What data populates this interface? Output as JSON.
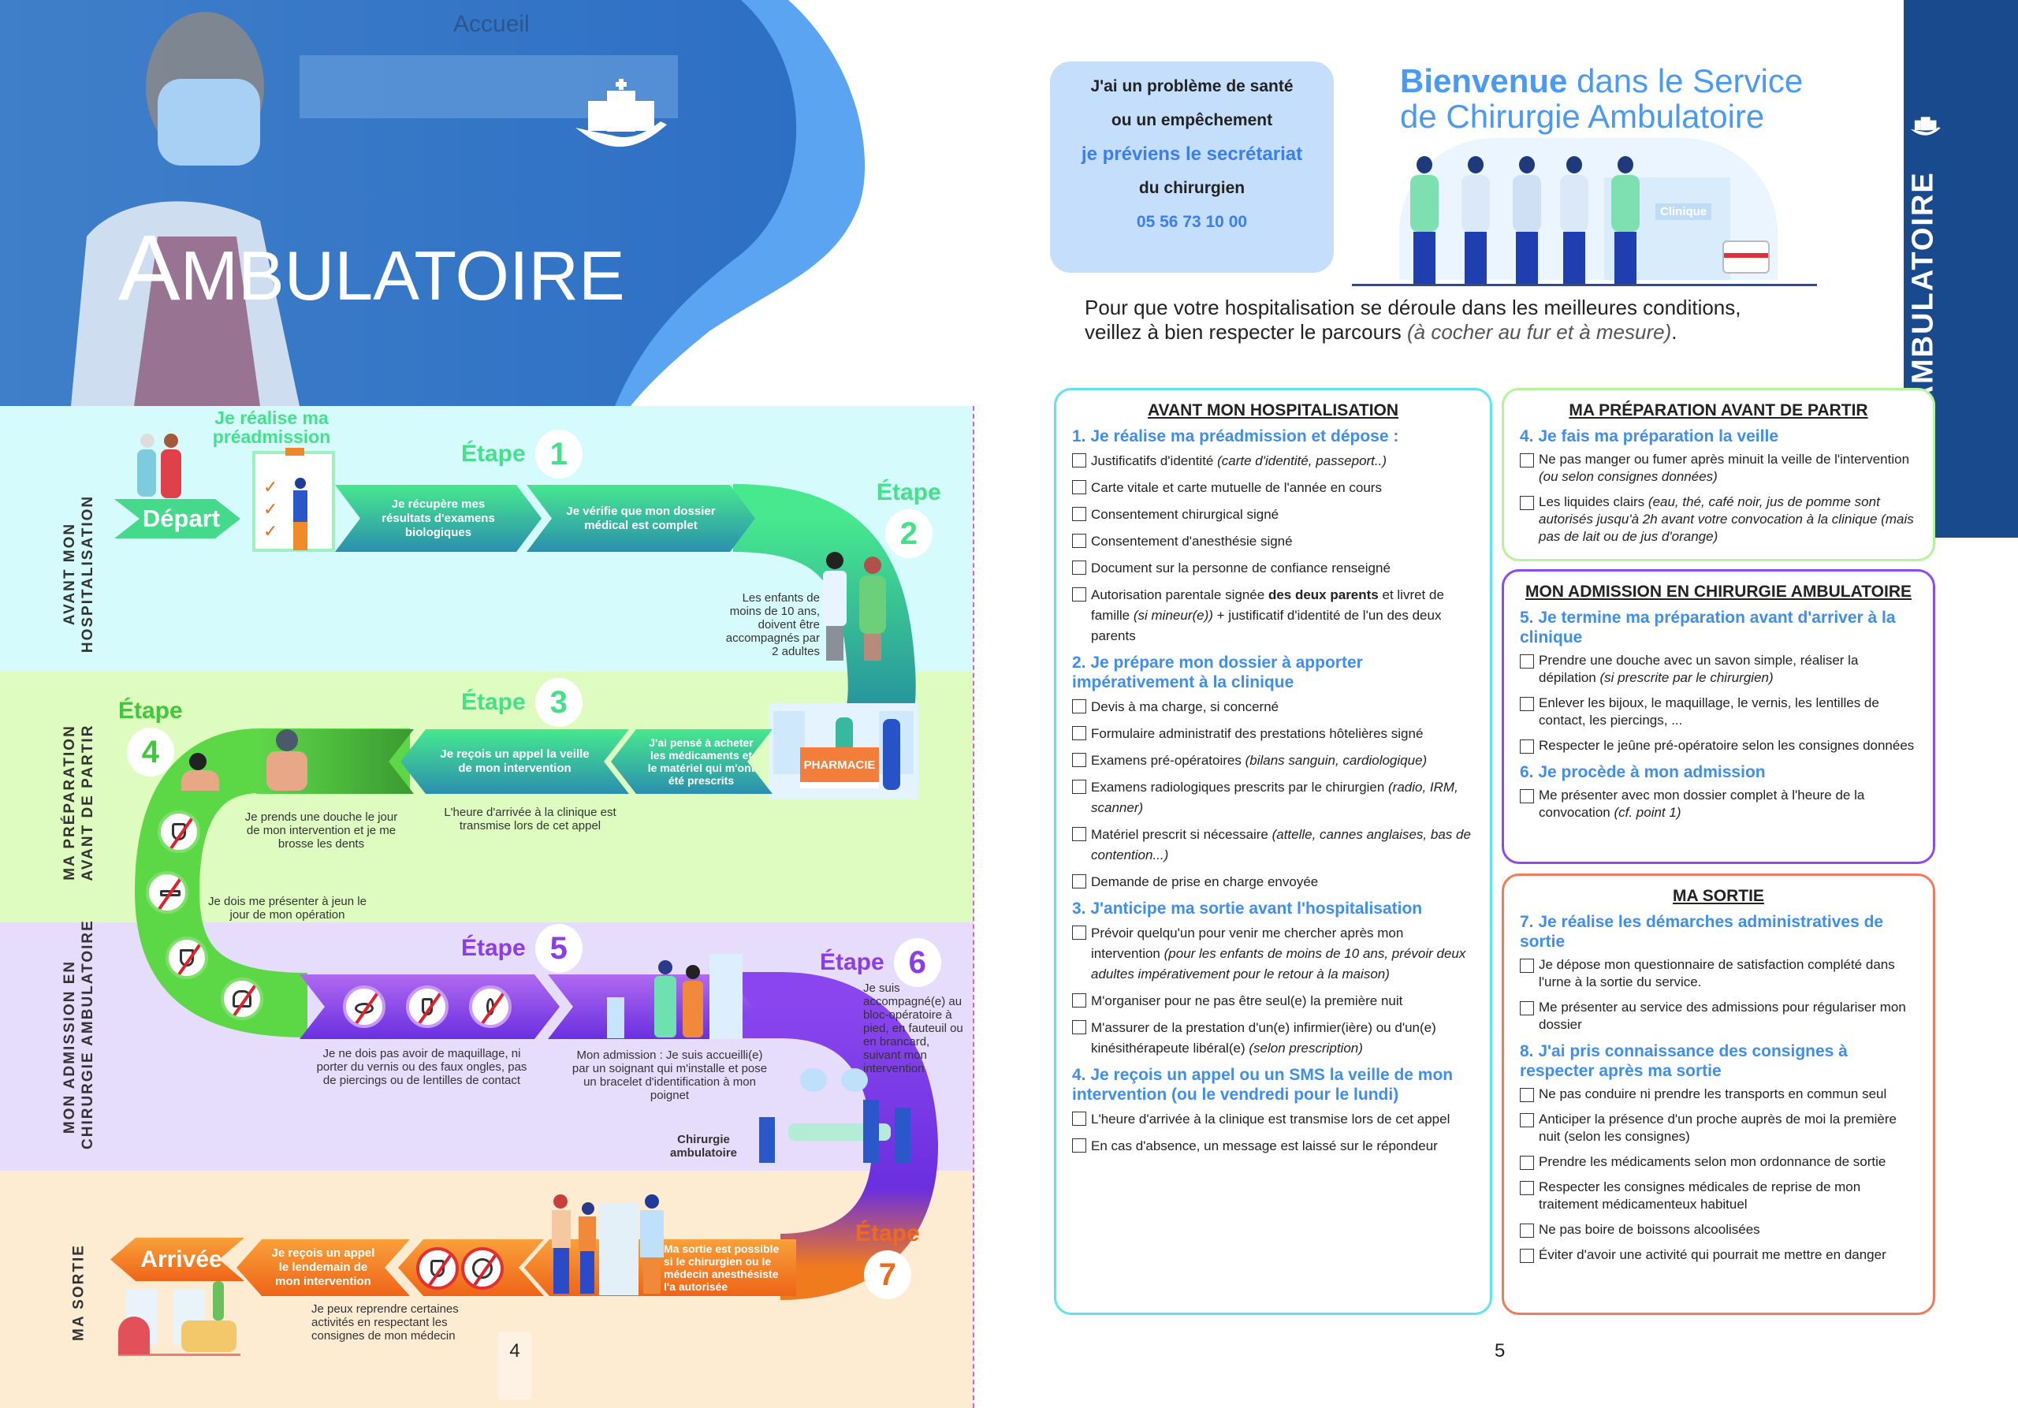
{
  "left_page": {
    "hero": {
      "photo_sign": "Accueil",
      "title_first": "A",
      "title_rest": "MBULATOIRE"
    },
    "sections": {
      "avant": [
        "AVANT MON",
        "HOSPITALISATION"
      ],
      "preparation": [
        "MA PRÉPARATION",
        "AVANT DE PARTIR"
      ],
      "admission": [
        "MON ADMISSION EN",
        "CHIRURGIE AMBULATOIRE"
      ],
      "sortie": [
        "MA SORTIE"
      ]
    },
    "etape_label": "Étape",
    "steps": {
      "preadmission": "Je réalise ma préadmission",
      "depart": "Départ",
      "arrivee": "Arrivée",
      "a1": "Je récupère mes résultats d'examens biologiques",
      "a2": "Je vérifie que mon dossier médical est complet",
      "a3": "J'ai pensé à acheter les médicaments et le matériel qui m'ont été prescrits",
      "a4": "Je reçois un appel la veille de mon intervention",
      "a7a": "Ma sortie est possible si le chirurgien ou le médecin anesthésiste l'a autorisée",
      "a7b": "Je reçois un appel le lendemain de mon intervention",
      "pharmacy": "PHARMACIE"
    },
    "captions": {
      "children": "Les enfants de moins de 10 ans, doivent être accompagnés par 2 adultes",
      "shower": "Je prends une douche le jour de mon intervention et je me brosse les dents",
      "call_time": "L'heure d'arrivée à la clinique est transmise lors de cet appel",
      "fasting": "Je dois me présenter à jeun le jour de mon opération",
      "makeup": "Je ne dois pas avoir de maquillage, ni porter du vernis ou des faux ongles, pas de piercings ou de lentilles de contact",
      "admission": "Mon admission : Je suis accueilli(e) par un soignant qui m'installe et pose un bracelet d'identification à mon poignet",
      "bloc": "Je suis accompagné(e) au bloc-opératoire à pied, en fauteuil ou en brancard, suivant mon intervention",
      "surgery": "Chirurgie ambulatoire",
      "activities": "Je peux reprendre certaines activités en respectant les consignes de mon médecin"
    },
    "page_number": "4"
  },
  "right_page": {
    "contact": {
      "line1": "J'ai un problème de santé",
      "line2": "ou un empêchement",
      "line3": "je préviens le secrétariat",
      "line4": "du chirurgien",
      "phone": "05 56 73 10 00"
    },
    "welcome": {
      "bold": "Bienvenue",
      "rest1": " dans le Service",
      "line2": "de Chirurgie Ambulatoire",
      "clinic_sign": "Clinique"
    },
    "intro": {
      "line1": "Pour que votre hospitalisation se déroule dans les meilleures conditions,",
      "line2": "veillez à bien respecter le parcours ",
      "note": "(à cocher au fur et à mesure)",
      "end": "."
    },
    "side_tab": "AMBULATOIRE",
    "page_number": "5",
    "boxes": [
      {
        "title": "AVANT MON HOSPITALISATION",
        "sections": [
          {
            "heading": "1. Je réalise ma préadmission et dépose :",
            "items": [
              [
                {
                  "t": "Justificatifs d'identité "
                },
                {
                  "t": "(carte d'identité, passeport..)",
                  "i": true
                }
              ],
              [
                {
                  "t": "Carte vitale et carte mutuelle de l'année en cours"
                }
              ],
              [
                {
                  "t": "Consentement chirurgical signé"
                }
              ],
              [
                {
                  "t": "Consentement d'anesthésie signé"
                }
              ],
              [
                {
                  "t": "Document sur la personne de confiance renseigné"
                }
              ],
              [
                {
                  "t": "Autorisation parentale signée "
                },
                {
                  "t": "des deux parents",
                  "b": true
                },
                {
                  "t": " et livret de famille "
                },
                {
                  "t": "(si mineur(e))",
                  "i": true
                },
                {
                  "t": " + justificatif d'identité de l'un des deux parents"
                }
              ]
            ]
          },
          {
            "heading": "2. Je prépare mon dossier à apporter impérativement à la clinique",
            "items": [
              [
                {
                  "t": "Devis à ma charge, si concerné"
                }
              ],
              [
                {
                  "t": "Formulaire administratif des prestations hôtelières signé"
                }
              ],
              [
                {
                  "t": "Examens pré-opératoires "
                },
                {
                  "t": "(bilans sanguin, cardiologique)",
                  "i": true
                }
              ],
              [
                {
                  "t": "Examens radiologiques prescrits par le chirurgien "
                },
                {
                  "t": "(radio, IRM, scanner)",
                  "i": true
                }
              ],
              [
                {
                  "t": "Matériel prescrit si nécessaire "
                },
                {
                  "t": "(attelle, cannes anglaises, bas de contention...)",
                  "i": true
                }
              ],
              [
                {
                  "t": "Demande de prise en charge envoyée"
                }
              ]
            ]
          },
          {
            "heading": "3. J'anticipe ma sortie avant l'hospitalisation",
            "items": [
              [
                {
                  "t": "Prévoir quelqu'un pour venir me chercher après mon intervention "
                },
                {
                  "t": "(pour les enfants de moins de 10 ans, prévoir deux adultes impérativement pour le retour à la maison)",
                  "i": true
                }
              ],
              [
                {
                  "t": "M'organiser pour ne pas être seul(e) la première nuit"
                }
              ],
              [
                {
                  "t": "M'assurer de la prestation d'un(e) infirmier(ière) ou d'un(e) kinésithérapeute libéral(e) "
                },
                {
                  "t": "(selon prescription)",
                  "i": true
                }
              ]
            ]
          },
          {
            "heading": "4. Je reçois un appel ou un SMS la veille de mon intervention (ou le vendredi pour le lundi)",
            "items": [
              [
                {
                  "t": "L'heure d'arrivée à la clinique est transmise lors de cet appel"
                }
              ],
              [
                {
                  "t": "En cas d'absence, un message est laissé sur le répondeur"
                }
              ]
            ]
          }
        ]
      },
      {
        "title": "MA PRÉPARATION AVANT DE PARTIR",
        "sections": [
          {
            "heading": "4. Je fais ma préparation la veille",
            "items": [
              [
                {
                  "t": "Ne pas manger ou fumer après minuit la veille de l'intervention "
                },
                {
                  "t": "(ou selon consignes données)",
                  "i": true
                }
              ],
              [
                {
                  "t": "Les liquides clairs "
                },
                {
                  "t": "(eau, thé, café noir, jus de pomme sont autorisés jusqu'à 2h avant votre convocation à la clinique (mais pas de lait ou de jus d'orange)",
                  "i": true
                }
              ]
            ]
          }
        ]
      },
      {
        "title": "MON ADMISSION EN CHIRURGIE AMBULATOIRE",
        "sections": [
          {
            "heading": "5. Je termine ma préparation avant d'arriver à la clinique",
            "items": [
              [
                {
                  "t": "Prendre une douche avec un savon simple, réaliser la dépilation "
                },
                {
                  "t": "(si prescrite par le chirurgien)",
                  "i": true
                }
              ],
              [
                {
                  "t": "Enlever les bijoux, le maquillage, le vernis, les lentilles de contact, les piercings, ..."
                }
              ],
              [
                {
                  "t": "Respecter le jeûne pré-opératoire selon les consignes données"
                }
              ]
            ]
          },
          {
            "heading": "6. Je procède à mon admission",
            "items": [
              [
                {
                  "t": "Me présenter avec mon dossier complet à l'heure de la convocation "
                },
                {
                  "t": "(cf. point 1)",
                  "i": true
                }
              ]
            ]
          }
        ]
      },
      {
        "title": "MA SORTIE",
        "sections": [
          {
            "heading": "7. Je réalise les démarches administratives de sortie",
            "items": [
              [
                {
                  "t": "Je dépose mon questionnaire de satisfaction complété dans l'urne à la sortie du service."
                }
              ],
              [
                {
                  "t": "Me présenter au service des admissions pour régulariser mon dossier"
                }
              ]
            ]
          },
          {
            "heading": "8. J'ai pris connaissance des consignes à respecter après ma sortie",
            "items": [
              [
                {
                  "t": "Ne pas conduire ni prendre les transports en commun seul"
                }
              ],
              [
                {
                  "t": "Anticiper la présence d'un proche auprès de moi la première nuit (selon les consignes)"
                }
              ],
              [
                {
                  "t": "Prendre les médicaments selon mon ordonnance de sortie"
                }
              ],
              [
                {
                  "t": "Respecter les consignes médicales de reprise de mon traitement médicamenteux habituel"
                }
              ],
              [
                {
                  "t": "Ne pas boire de boissons alcoolisées"
                }
              ],
              [
                {
                  "t": "Éviter d'avoir une activité qui pourrait me mettre en danger"
                }
              ]
            ]
          }
        ]
      }
    ]
  },
  "colors": {
    "teal": "#2b8fae",
    "green": "#45d84a",
    "purple": "#8b3de6",
    "orange": "#f06a1e",
    "blue_heading": "#3d8ef0",
    "navy_tab": "#1a4a8e"
  }
}
